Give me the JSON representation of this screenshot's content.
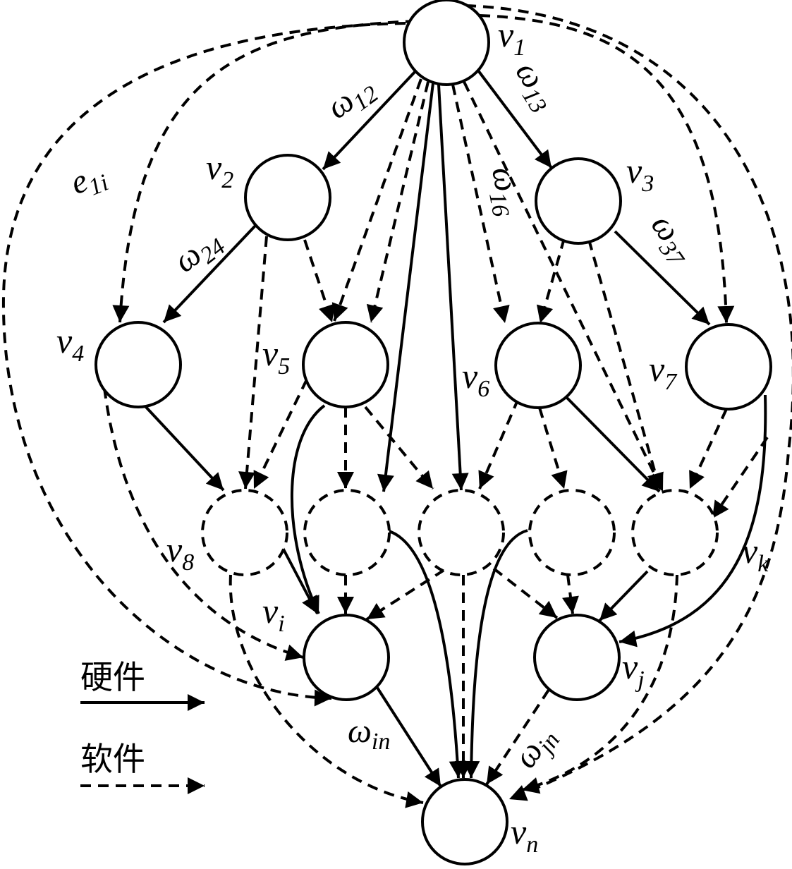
{
  "diagram": {
    "nodes": [
      {
        "id": "v1",
        "name": "v",
        "sub": "1",
        "dashed": false
      },
      {
        "id": "v2",
        "name": "v",
        "sub": "2",
        "dashed": false
      },
      {
        "id": "v3",
        "name": "v",
        "sub": "3",
        "dashed": false
      },
      {
        "id": "v4",
        "name": "v",
        "sub": "4",
        "dashed": false
      },
      {
        "id": "v5",
        "name": "v",
        "sub": "5",
        "dashed": false
      },
      {
        "id": "v6",
        "name": "v",
        "sub": "6",
        "dashed": false
      },
      {
        "id": "v7",
        "name": "v",
        "sub": "7",
        "dashed": false
      },
      {
        "id": "v8",
        "name": "v",
        "sub": "8",
        "dashed": true
      },
      {
        "id": "d2",
        "name": "",
        "sub": "",
        "dashed": true
      },
      {
        "id": "d3",
        "name": "",
        "sub": "",
        "dashed": true
      },
      {
        "id": "d4",
        "name": "",
        "sub": "",
        "dashed": true
      },
      {
        "id": "vk",
        "name": "v",
        "sub": "k",
        "dashed": true
      },
      {
        "id": "vi",
        "name": "v",
        "sub": "i",
        "dashed": false
      },
      {
        "id": "vj",
        "name": "v",
        "sub": "j",
        "dashed": false
      },
      {
        "id": "vn",
        "name": "v",
        "sub": "n",
        "dashed": false
      }
    ],
    "edge_labels": [
      {
        "id": "w12",
        "symbol": "ω",
        "sub": "12"
      },
      {
        "id": "w13",
        "symbol": "ω",
        "sub": "13"
      },
      {
        "id": "w24",
        "symbol": "ω",
        "sub": "24"
      },
      {
        "id": "w16",
        "symbol": "ω",
        "sub": "16"
      },
      {
        "id": "w37",
        "symbol": "ω",
        "sub": "37"
      },
      {
        "id": "win",
        "symbol": "ω",
        "sub": "in"
      },
      {
        "id": "wjn",
        "symbol": "ω",
        "sub": "jn"
      },
      {
        "id": "e1i",
        "symbol": "e",
        "sub": "1i"
      }
    ],
    "legend": {
      "hardware": "硬件",
      "software": "软件"
    }
  }
}
